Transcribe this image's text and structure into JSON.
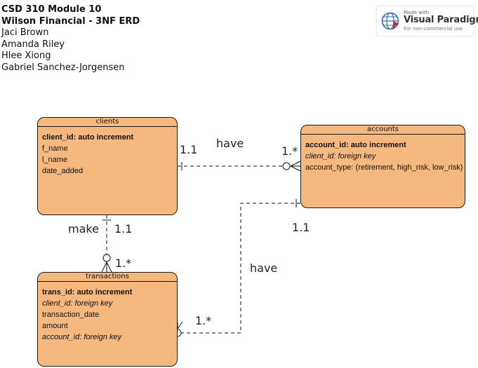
{
  "header": {
    "course": "CSD 310 Module 10",
    "project": "Wilson Financial - 3NF ERD",
    "authors": [
      "Jaci Brown",
      "Amanda Riley",
      "Hlee Xiong",
      "Gabriel Sanchez-Jorgensen"
    ]
  },
  "logo": {
    "made_with": "Made with",
    "brand": "Visual Paradigm",
    "note": "For non-commercial use"
  },
  "entities": {
    "clients": {
      "name": "clients",
      "attrs": [
        "client_id: auto increment",
        "f_name",
        "l_name",
        "date_added"
      ]
    },
    "accounts": {
      "name": "accounts",
      "attrs": [
        "account_id: auto increment",
        "client_id: foreign key",
        "account_type: (retirement, high_risk, low_risk)"
      ]
    },
    "transactions": {
      "name": "transactions",
      "attrs": [
        "trans_id: auto increment",
        "client_id: foreign key",
        "transaction_date",
        "amount",
        "account_id: foreign key"
      ]
    }
  },
  "relationships": {
    "clients_accounts": {
      "verb": "have",
      "from_card": "1.1",
      "to_card": "1.*"
    },
    "clients_transactions": {
      "verb": "make",
      "from_card": "1.1",
      "to_card": "1.*"
    },
    "accounts_transactions": {
      "verb": "have",
      "from_card": "1.1",
      "to_card": "1.*"
    }
  }
}
